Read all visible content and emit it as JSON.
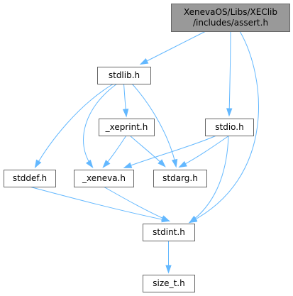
{
  "colors": {
    "edge": "#63b8ff",
    "root_fill": "#999999",
    "node_fill": "#ffffff",
    "node_border": "#666666"
  },
  "nodes": [
    {
      "id": "assert",
      "lines": [
        "XenevaOS/Libs/XEClib",
        "/includes/assert.h"
      ],
      "root": true
    },
    {
      "id": "stdlib",
      "lines": [
        "stdlib.h"
      ]
    },
    {
      "id": "xeprint",
      "lines": [
        "_xeprint.h"
      ]
    },
    {
      "id": "stdio",
      "lines": [
        "stdio.h"
      ]
    },
    {
      "id": "stddef",
      "lines": [
        "stddef.h"
      ]
    },
    {
      "id": "xeneva",
      "lines": [
        "_xeneva.h"
      ]
    },
    {
      "id": "stdarg",
      "lines": [
        "stdarg.h"
      ]
    },
    {
      "id": "stdint",
      "lines": [
        "stdint.h"
      ]
    },
    {
      "id": "size_t",
      "lines": [
        "size_t.h"
      ]
    }
  ],
  "edges": [
    {
      "from": "assert",
      "to": "stdlib"
    },
    {
      "from": "assert",
      "to": "stdio"
    },
    {
      "from": "assert",
      "to": "stdint"
    },
    {
      "from": "stdlib",
      "to": "xeprint"
    },
    {
      "from": "stdlib",
      "to": "stddef"
    },
    {
      "from": "stdlib",
      "to": "xeneva"
    },
    {
      "from": "stdlib",
      "to": "stdarg"
    },
    {
      "from": "xeprint",
      "to": "xeneva"
    },
    {
      "from": "xeprint",
      "to": "stdarg"
    },
    {
      "from": "stdio",
      "to": "xeneva"
    },
    {
      "from": "stdio",
      "to": "stdarg"
    },
    {
      "from": "stdio",
      "to": "stdint"
    },
    {
      "from": "stddef",
      "to": "stdint"
    },
    {
      "from": "xeneva",
      "to": "stdint"
    },
    {
      "from": "stdint",
      "to": "size_t"
    }
  ]
}
